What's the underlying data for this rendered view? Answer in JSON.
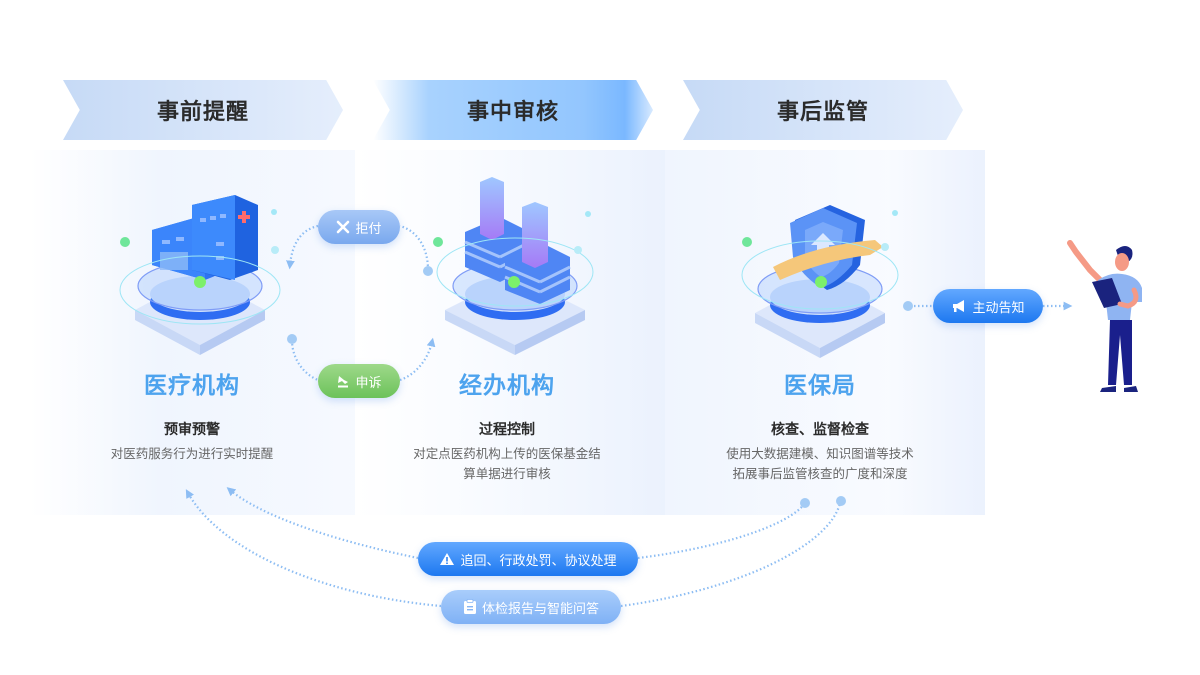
{
  "stages": [
    {
      "label": "事前提醒"
    },
    {
      "label": "事中审核"
    },
    {
      "label": "事后监管"
    }
  ],
  "nodes": [
    {
      "title": "医疗机构",
      "subtitle": "预审预警",
      "description": [
        "对医药服务行为进行实时提醒"
      ],
      "icon": "hospital-icon"
    },
    {
      "title": "经办机构",
      "subtitle": "过程控制",
      "description": [
        "对定点医药机构上传的医保基金结",
        "算单据进行审核"
      ],
      "icon": "server-stack-icon"
    },
    {
      "title": "医保局",
      "subtitle": "核查、监督检查",
      "description": [
        "使用大数据建模、知识图谱等技术",
        "拓展事后监管核查的广度和深度"
      ],
      "icon": "shield-icon"
    }
  ],
  "tags": {
    "reject": {
      "label": "拒付",
      "icon": "close-icon"
    },
    "appeal": {
      "label": "申诉",
      "icon": "gavel-icon"
    },
    "notify": {
      "label": "主动告知",
      "icon": "megaphone-icon"
    },
    "recover": {
      "label": "追回、行政处罚、协议处理",
      "icon": "warning-icon"
    },
    "report": {
      "label": "体检报告与智能问答",
      "icon": "clipboard-icon"
    }
  },
  "colors": {
    "accent": "#4da3ee",
    "primary_button": "#1d78f0",
    "light_button": "#7fb1f5",
    "appeal_green": "#6cc25a",
    "connector": "#8dbdf3"
  }
}
